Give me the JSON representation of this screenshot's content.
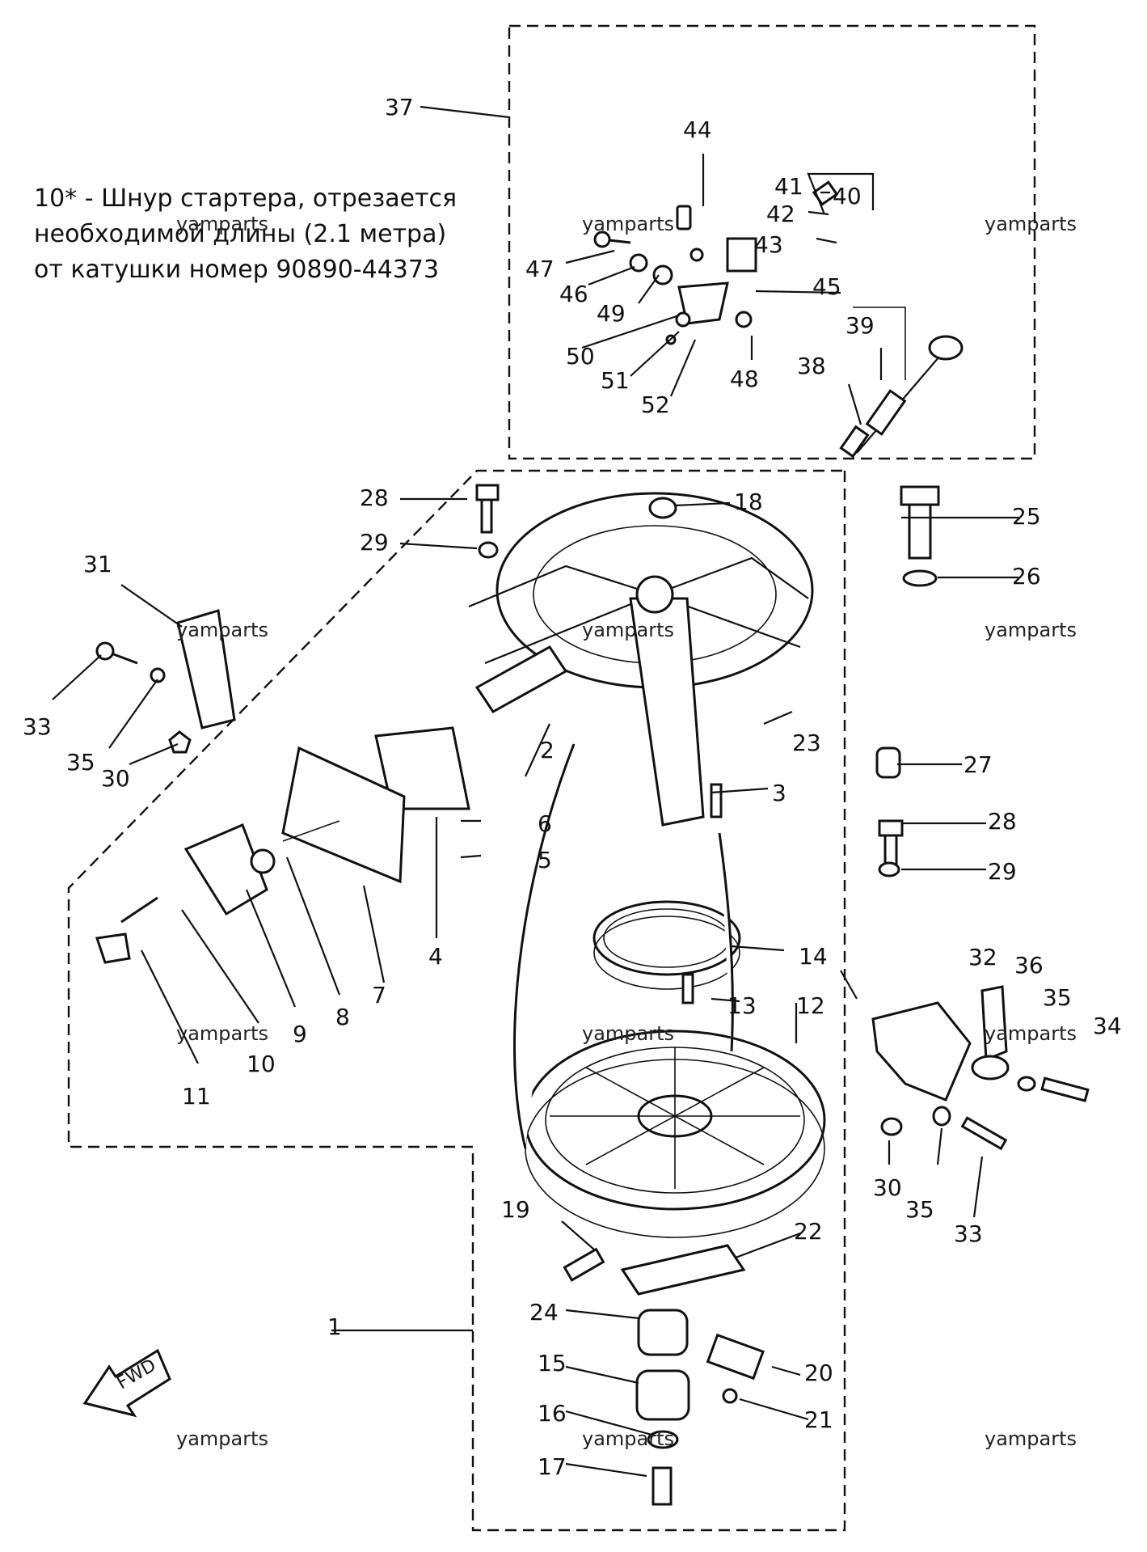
{
  "note": {
    "line1": "10* - Шнур стартера, отрезается",
    "line2": "необходимой длины (2.1 метра)",
    "line3": "от катушки номер 90890-44373"
  },
  "watermark": "yamparts",
  "fwd_label": "FWD",
  "callouts": {
    "c1": "1",
    "c2": "2",
    "c3": "3",
    "c4": "4",
    "c5": "5",
    "c6": "6",
    "c7": "7",
    "c8": "8",
    "c9": "9",
    "c10": "10",
    "c11": "11",
    "c12": "12",
    "c13": "13",
    "c14": "14",
    "c15": "15",
    "c16": "16",
    "c17": "17",
    "c18": "18",
    "c19": "19",
    "c20": "20",
    "c21": "21",
    "c22": "22",
    "c23": "23",
    "c24": "24",
    "c25": "25",
    "c26": "26",
    "c27": "27",
    "c28a": "28",
    "c28b": "28",
    "c29a": "29",
    "c29b": "29",
    "c30a": "30",
    "c30b": "30",
    "c31": "31",
    "c32": "32",
    "c33a": "33",
    "c33b": "33",
    "c34": "34",
    "c35a": "35",
    "c35b": "35",
    "c35c": "35",
    "c36": "36",
    "c37": "37",
    "c38": "38",
    "c39": "39",
    "c40": "40",
    "c41": "41",
    "c42": "42",
    "c43": "43",
    "c44": "44",
    "c45": "45",
    "c46": "46",
    "c47": "47",
    "c48": "48",
    "c49": "49",
    "c50": "50",
    "c51": "51",
    "c52": "52"
  },
  "colors": {
    "ink": "#111111",
    "paper": "#ffffff"
  }
}
